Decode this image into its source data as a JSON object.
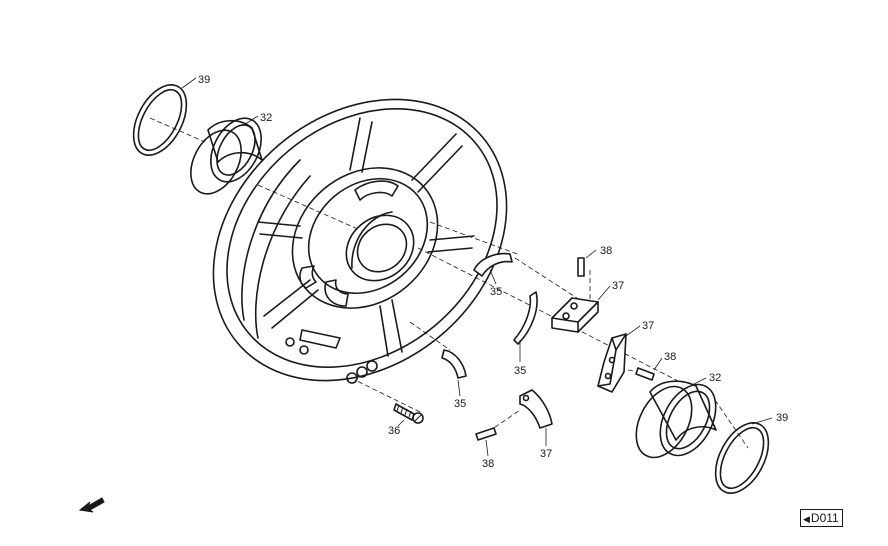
{
  "figure": {
    "reference_code": "D011",
    "callouts": {
      "c39a": "39",
      "c32a": "32",
      "c35a": "35",
      "c35b": "35",
      "c35c": "35",
      "c38a": "38",
      "c38b": "38",
      "c38c": "38",
      "c37a": "37",
      "c37b": "37",
      "c37c": "37",
      "c32b": "32",
      "c39b": "39",
      "c36": "36"
    },
    "icons": {
      "reference_marker": "triangle-left-icon",
      "orientation_arrow": "arrow-down-left-icon"
    }
  }
}
